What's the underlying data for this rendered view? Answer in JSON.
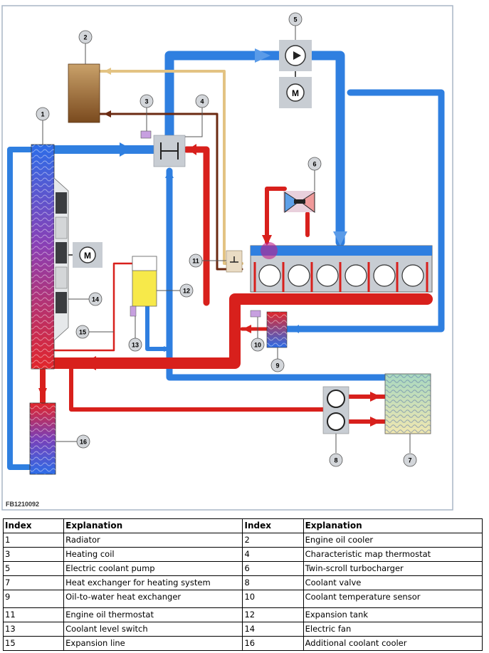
{
  "figure_id": "FB1210092",
  "callouts": [
    "1",
    "2",
    "3",
    "4",
    "5",
    "6",
    "7",
    "8",
    "9",
    "10",
    "11",
    "12",
    "13",
    "14",
    "15",
    "16"
  ],
  "icon_labels": {
    "motor": "M"
  },
  "colors": {
    "cold_coolant": "#2f7fe0",
    "hot_coolant": "#d8201c",
    "oil_light": "#e3c383",
    "oil_dark": "#6b2a12",
    "component_grey": "#c8cdd3",
    "frame": "#a8b6c6"
  },
  "legend": {
    "headers": [
      "Index",
      "Explanation",
      "Index",
      "Explanation"
    ],
    "rows": [
      {
        "i1": "1",
        "e1": "Radiator",
        "i2": "2",
        "e2": "Engine oil cooler"
      },
      {
        "i1": "3",
        "e1": "Heating coil",
        "i2": "4",
        "e2": "Characteristic map thermostat"
      },
      {
        "i1": "5",
        "e1": "Electric coolant pump",
        "i2": "6",
        "e2": "Twin-scroll turbocharger"
      },
      {
        "i1": "7",
        "e1": "Heat exchanger for heating system",
        "i2": "8",
        "e2": "Coolant valve"
      },
      {
        "i1": "9",
        "e1": "Oil-to-water heat exchanger",
        "i2": "10",
        "e2": "Coolant temperature sensor"
      },
      {
        "i1": "11",
        "e1": "Engine oil thermostat",
        "i2": "12",
        "e2": "Expansion tank"
      },
      {
        "i1": "13",
        "e1": "Coolant level switch",
        "i2": "14",
        "e2": "Electric fan"
      },
      {
        "i1": "15",
        "e1": "Expansion line",
        "i2": "16",
        "e2": "Additional coolant cooler"
      }
    ]
  }
}
